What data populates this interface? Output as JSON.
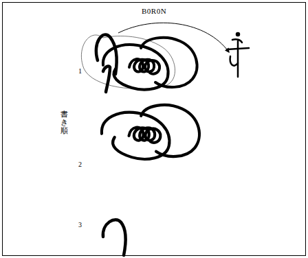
{
  "diagram": {
    "title": "B0R0N",
    "labels": [
      "書き順",
      "1",
      "2",
      "3"
    ]
  }
}
